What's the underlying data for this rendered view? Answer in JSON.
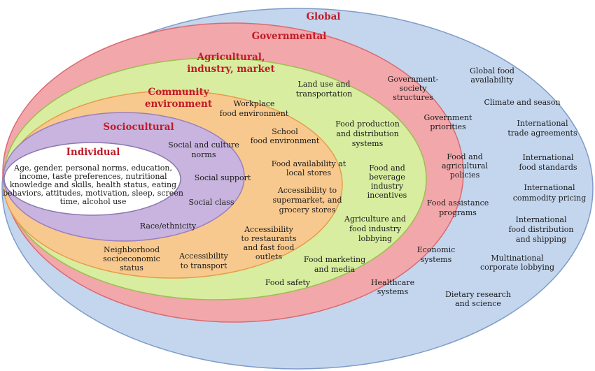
{
  "colors": {
    "global": "#c4d6ee",
    "governmental": "#f2a7ab",
    "agricultural": "#d8eda0",
    "community": "#f8c98e",
    "sociocultural": "#c8b4de",
    "individual": "#ffffff",
    "title": "#c01c28"
  },
  "layers": {
    "global": {
      "title": "Global",
      "items": [
        "Global food availability",
        "Climate and season",
        "International trade agreements",
        "International food standards",
        "International commodity pricing",
        "International food distribution and shipping",
        "Multinational corporate lobbying",
        "Dietary research and science"
      ]
    },
    "governmental": {
      "title": "Governmental",
      "items": [
        "Government-society structures",
        "Government priorities",
        "Food and agricultural policies",
        "Food assistance programs",
        "Economic systems",
        "Healthcare systems"
      ]
    },
    "agricultural": {
      "title": "Agricultural, industry, market",
      "items": [
        "Land use and transportation",
        "Food production and distribution systems",
        "Food and beverage industry incentives",
        "Agriculture and food industry lobbying",
        "Food marketing and media",
        "Food safety"
      ]
    },
    "community": {
      "title": "Community environment",
      "items": [
        "Workplace food environment",
        "School food environment",
        "Food availability at local stores",
        "Accessibility to supermarket, and grocery stores",
        "Accessibility to restaurants and fast food outlets",
        "Accessibility to transport",
        "Neighborhood socioeconomic status"
      ]
    },
    "sociocultural": {
      "title": "Sociocultural",
      "items": [
        "Social and culture norms",
        "Social support",
        "Social class",
        "Race/ethnicity"
      ]
    },
    "individual": {
      "title": "Individual",
      "text": "Age, gender, personal norms, education, income, taste preferences, nutritional knowledge and skills, health status, eating behaviors, attitudes, motivation, sleep, screen time, alcohol use"
    }
  }
}
